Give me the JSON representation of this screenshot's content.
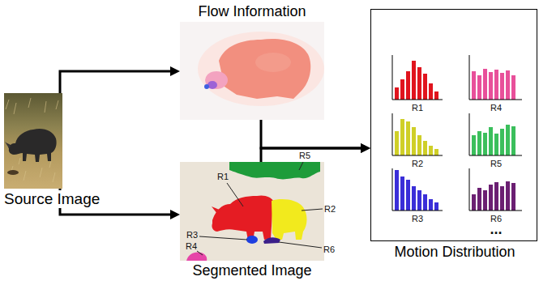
{
  "diagram": {
    "nodes": [
      {
        "text": [
          "Source Image"
        ]
      },
      {
        "text": [
          "Flow Information"
        ]
      },
      {
        "text": [
          "Segmented Image"
        ]
      },
      {
        "text": [
          "Motion Distribution"
        ]
      }
    ],
    "edges": [
      {
        "from": 0,
        "to": 1,
        "arrow": "to"
      },
      {
        "from": 0,
        "to": 2,
        "arrow": "to"
      },
      {
        "from": 1,
        "to": 3,
        "arrow": "to"
      },
      {
        "from": 2,
        "to": 3,
        "arrow": "to"
      }
    ],
    "labels": [
      "R1",
      "R5",
      "R2",
      "R3",
      "R4",
      "R6",
      "R1",
      "R4",
      "R2",
      "R5",
      "R3",
      "R6",
      "..."
    ]
  }
}
